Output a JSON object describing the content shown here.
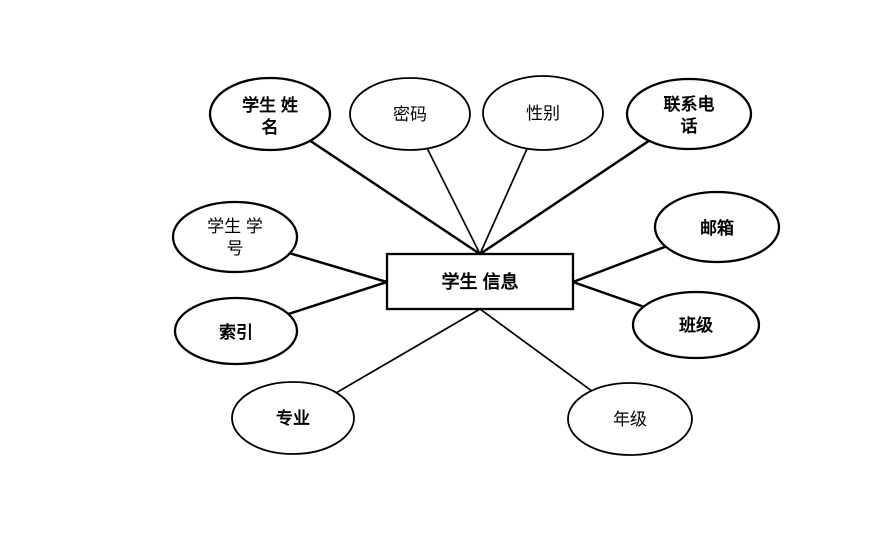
{
  "diagram": {
    "type": "entity-attribute-diagram",
    "background_color": "#ffffff",
    "stroke_color": "#000000",
    "text_color": "#000000",
    "entity": {
      "label": "学生 信息"
    },
    "attributes": [
      {
        "name": "student-name",
        "label": "学生 姓名",
        "lines": [
          "学生 姓",
          "名"
        ]
      },
      {
        "name": "password",
        "label": "密码",
        "lines": [
          "密码"
        ]
      },
      {
        "name": "gender",
        "label": "性别",
        "lines": [
          "性别"
        ]
      },
      {
        "name": "contact-phone",
        "label": "联系电话",
        "lines": [
          "联系电",
          "话"
        ]
      },
      {
        "name": "student-id",
        "label": "学生 学号",
        "lines": [
          "学生 学",
          "号"
        ]
      },
      {
        "name": "index",
        "label": "索引",
        "lines": [
          "索引"
        ]
      },
      {
        "name": "email",
        "label": "邮箱",
        "lines": [
          "邮箱"
        ]
      },
      {
        "name": "class",
        "label": "班级",
        "lines": [
          "班级"
        ]
      },
      {
        "name": "major",
        "label": "专业",
        "lines": [
          "专业"
        ]
      },
      {
        "name": "grade",
        "label": "年级",
        "lines": [
          "年级"
        ]
      }
    ]
  }
}
